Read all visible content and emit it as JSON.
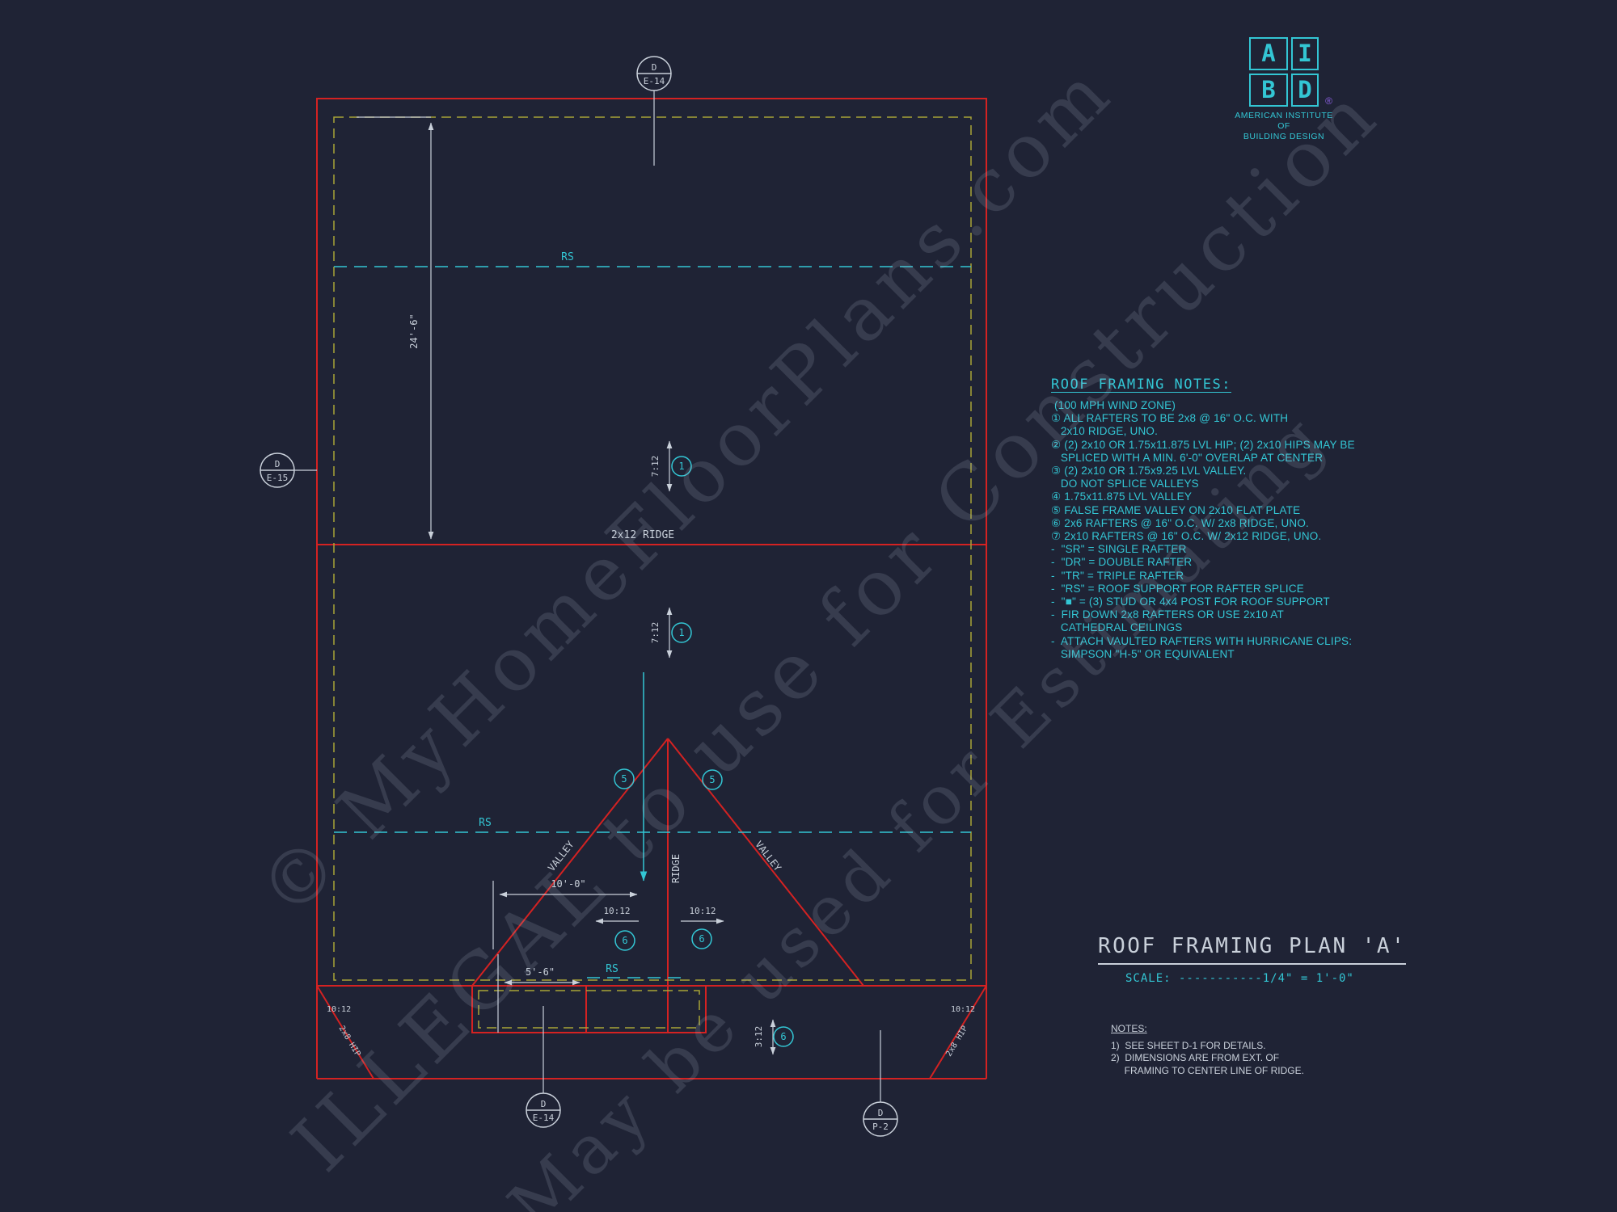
{
  "colors": {
    "bg": "#1f2335",
    "red": "#d42222",
    "cyan": "#33c6d4",
    "yellow": "#a9a437",
    "white": "#c9d0da",
    "purple": "#8a5fe0",
    "wm": "rgba(180,192,212,0.16)"
  },
  "logo": {
    "a": "A",
    "i": "I",
    "b": "B",
    "d": "D",
    "registered": "®",
    "line1": "AMERICAN INSTITUTE",
    "line2": "OF",
    "line3": "BUILDING DESIGN"
  },
  "notes_block": {
    "title": "ROOF FRAMING NOTES:",
    "lines": [
      " (100 MPH WIND ZONE)",
      "① ALL RAFTERS TO BE 2x8 @ 16\" O.C. WITH",
      "   2x10 RIDGE, UNO.",
      "② (2) 2x10 OR 1.75x11.875 LVL HIP; (2) 2x10 HIPS MAY BE",
      "   SPLICED WITH A MIN. 6'-0\" OVERLAP AT CENTER",
      "③ (2) 2x10 OR 1.75x9.25 LVL VALLEY.",
      "   DO NOT SPLICE VALLEYS",
      "④ 1.75x11.875 LVL VALLEY",
      "⑤ FALSE FRAME VALLEY ON 2x10 FLAT PLATE",
      "⑥ 2x6 RAFTERS @ 16\" O.C. W/ 2x8 RIDGE, UNO.",
      "⑦ 2x10 RAFTERS @ 16\" O.C. W/ 2x12 RIDGE, UNO.",
      "-  \"SR\" = SINGLE RAFTER",
      "-  \"DR\" = DOUBLE RAFTER",
      "-  \"TR\" = TRIPLE RAFTER",
      "-  \"RS\" = ROOF SUPPORT FOR RAFTER SPLICE",
      "-  \"■\" = (3) STUD OR 4x4 POST FOR ROOF SUPPORT",
      "-  FIR DOWN 2x8 RAFTERS OR USE 2x10 AT",
      "   CATHEDRAL CEILINGS",
      "-  ATTACH VAULTED RAFTERS WITH HURRICANE CLIPS:",
      "   SIMPSON \"H-5\" OR EQUIVALENT"
    ]
  },
  "title_block": {
    "title": "ROOF FRAMING PLAN 'A'",
    "scale": "SCALE: -----------1/4\" = 1'-0\""
  },
  "sheet_notes": {
    "title": "NOTES:",
    "lines": [
      "1)  SEE SHEET D-1 FOR DETAILS.",
      "2)  DIMENSIONS ARE FROM EXT. OF",
      "     FRAMING TO CENTER LINE OF RIDGE."
    ]
  },
  "plan": {
    "ridge_label": "2x12 RIDGE",
    "rs_label": "RS",
    "dim_24_6": "24'-6\"",
    "dim_10_0": "10'-0\"",
    "dim_5_6": "5'-6\"",
    "slope_7_12": "7:12",
    "slope_10_12": "10:12",
    "slope_3_12": "3:12",
    "valley_label": "VALLEY",
    "ridge_vert_label": "RIDGE",
    "hip_label": "2x8 HIP",
    "num1": "1",
    "num5": "5",
    "num6": "6"
  },
  "callouts": {
    "top": {
      "letter": "D",
      "ref": "E-14"
    },
    "left": {
      "letter": "D",
      "ref": "E-15"
    },
    "bottom": {
      "letter": "D",
      "ref": "E-14"
    },
    "bottom_right": {
      "letter": "D",
      "ref": "P-2"
    }
  },
  "watermark": {
    "line1": "© MyHomeFloorPlans.com",
    "line2": "ILLEGAL to use for Construction",
    "line3": "May be used for Estimating"
  }
}
